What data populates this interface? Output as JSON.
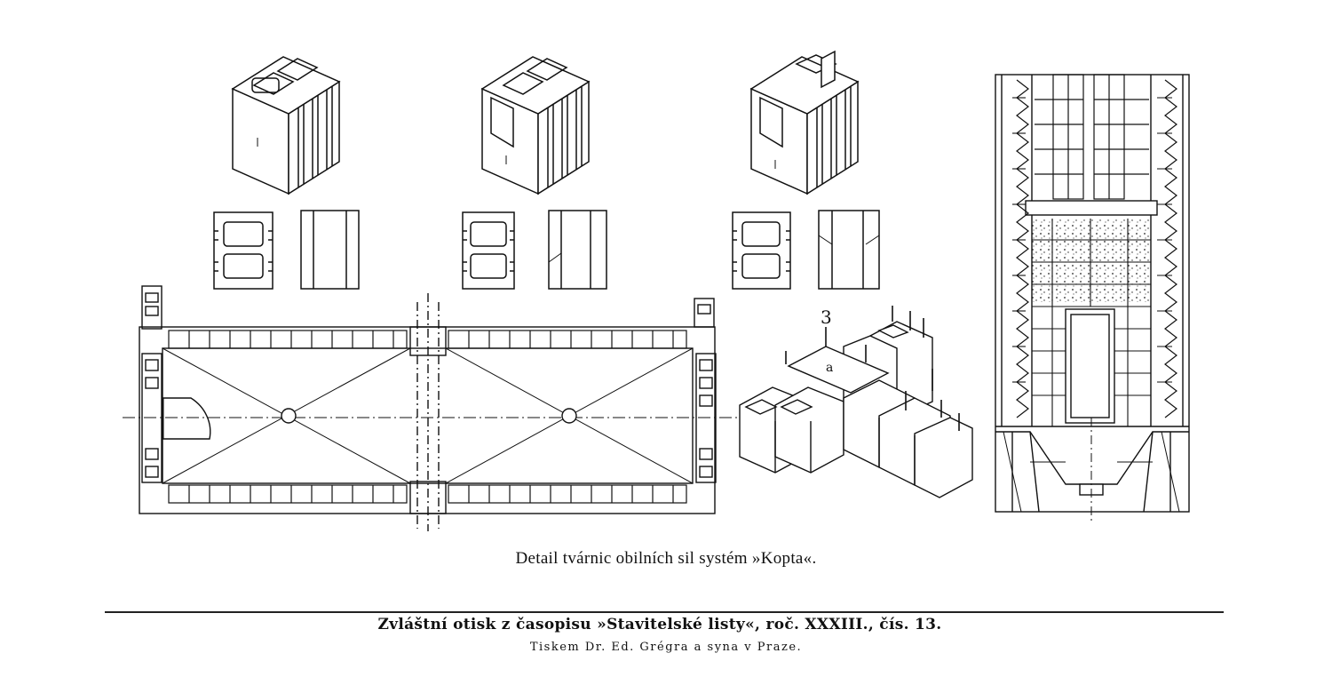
{
  "caption": "Detail tvárnic obilních sil systém »Kopta«.",
  "footer": {
    "line1": "Zvláštní otisk z časopisu »Stavitelské listy«, roč. XXXIII., čís. 13.",
    "line2": "Tiskem Dr. Ed. Grégra a syna v Praze."
  },
  "figure_marks": {
    "assembly_number": "3",
    "letter_a": "a"
  },
  "colors": {
    "ink": "#111111",
    "paper": "#ffffff"
  }
}
